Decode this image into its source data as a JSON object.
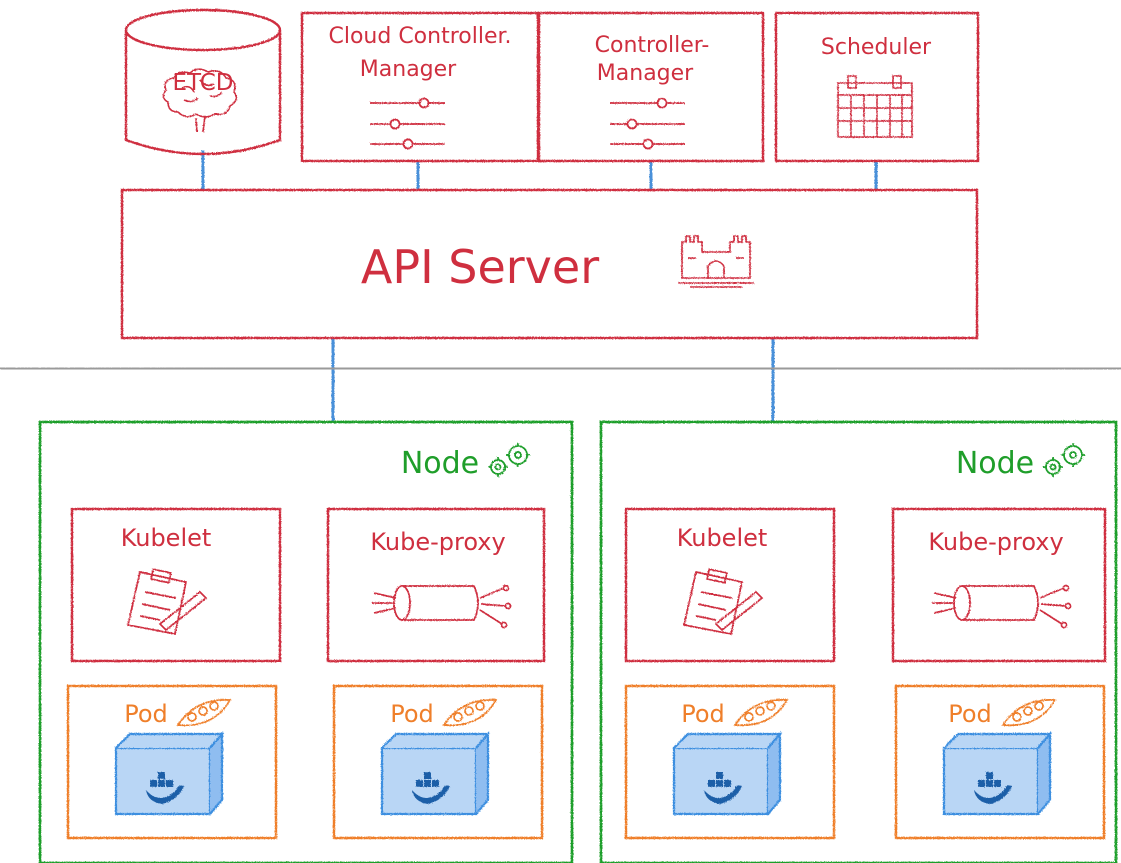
{
  "control_plane": {
    "etcd": "ETCD",
    "cloud_controller_manager": [
      "Cloud Controller.",
      "Manager"
    ],
    "controller_manager": [
      "Controller-",
      "Manager"
    ],
    "scheduler": "Scheduler",
    "api_server": "API Server"
  },
  "nodes": [
    {
      "label": "Node",
      "kubelet": "Kubelet",
      "kube_proxy": "Kube-proxy",
      "pods": [
        "Pod",
        "Pod"
      ]
    },
    {
      "label": "Node",
      "kubelet": "Kubelet",
      "kube_proxy": "Kube-proxy",
      "pods": [
        "Pod",
        "Pod"
      ]
    }
  ],
  "colors": {
    "control_plane": "#cf2f3f",
    "node": "#1f9e2a",
    "pod": "#ef7f2a",
    "container": "#3d8fe0",
    "connector": "#4a90d9",
    "divider": "#9a9a9a"
  }
}
